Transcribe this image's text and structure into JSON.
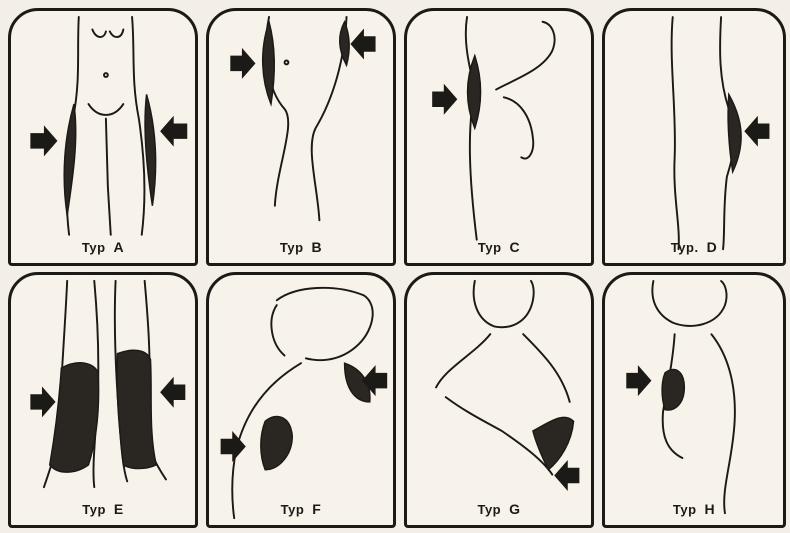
{
  "panels": [
    {
      "prefix": "Typ",
      "letter": "A"
    },
    {
      "prefix": "Typ",
      "letter": "B"
    },
    {
      "prefix": "Typ",
      "letter": "C"
    },
    {
      "prefix": "Typ.",
      "letter": "D"
    },
    {
      "prefix": "Typ",
      "letter": "E"
    },
    {
      "prefix": "Typ",
      "letter": "F"
    },
    {
      "prefix": "Typ",
      "letter": "G"
    },
    {
      "prefix": "Typ",
      "letter": "H"
    }
  ],
  "colors": {
    "ink": "#1c1a17",
    "paper": "#f4efe6"
  },
  "icons": [
    "arrow-right-icon",
    "arrow-left-icon"
  ]
}
